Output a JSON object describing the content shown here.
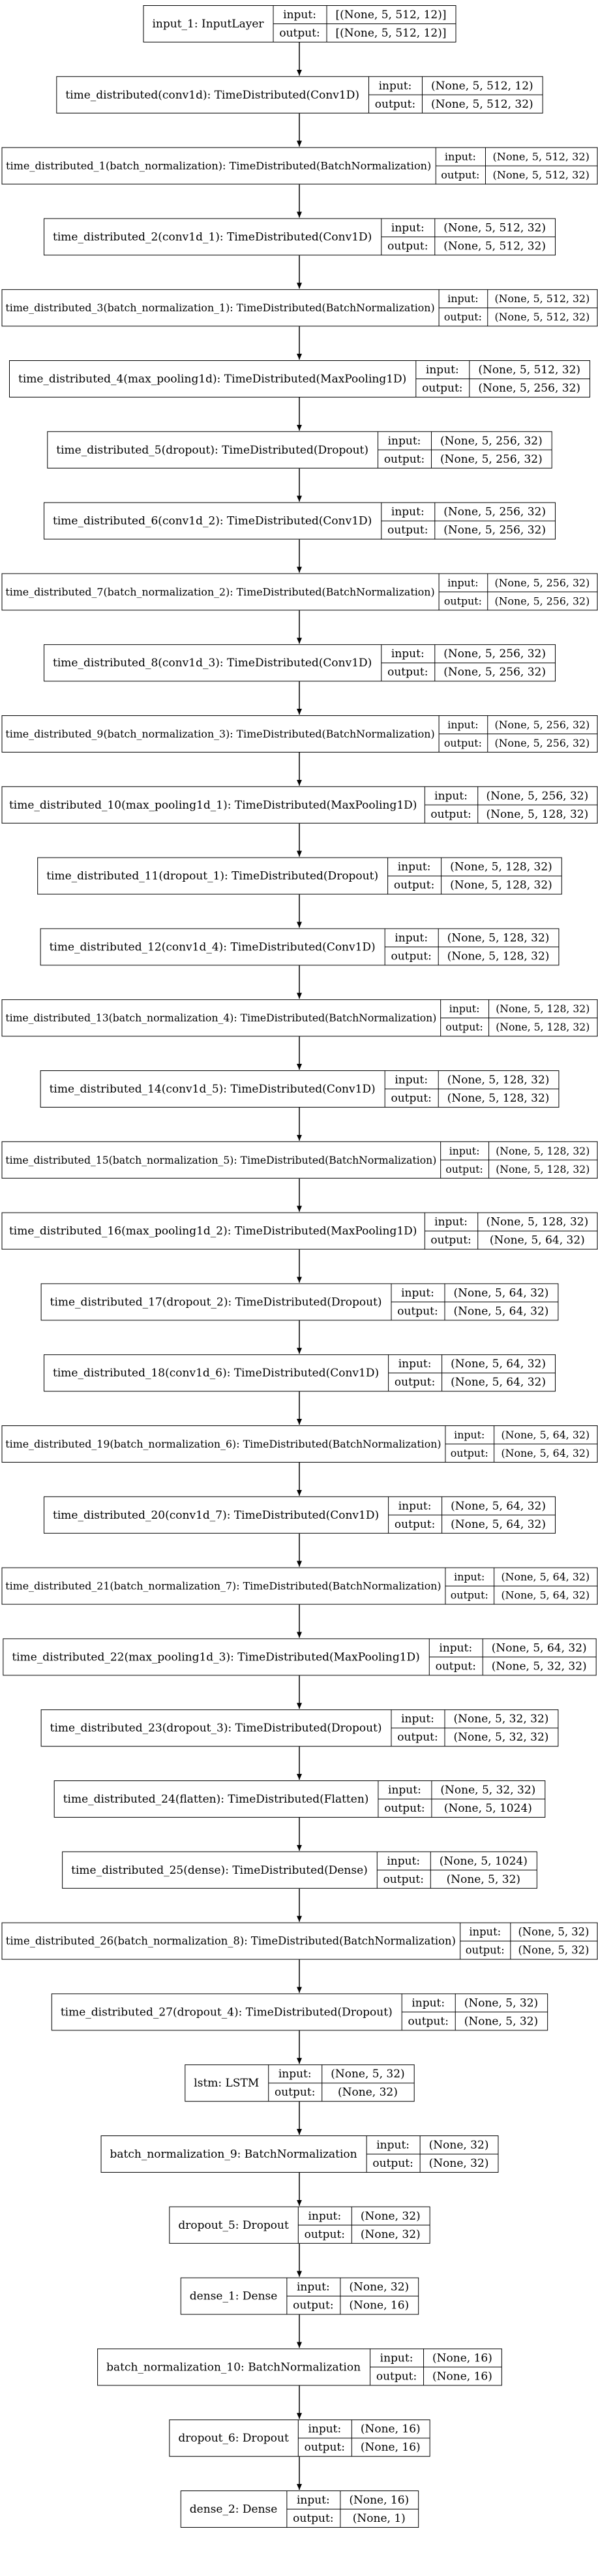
{
  "io_labels": {
    "input": "input:",
    "output": "output:"
  },
  "layers": [
    {
      "name": "input_1: InputLayer",
      "input": "[(None, 5, 512, 12)]",
      "output": "[(None, 5, 512, 12)]"
    },
    {
      "name": "time_distributed(conv1d): TimeDistributed(Conv1D)",
      "input": "(None, 5, 512, 12)",
      "output": "(None, 5, 512, 32)"
    },
    {
      "name": "time_distributed_1(batch_normalization): TimeDistributed(BatchNormalization)",
      "input": "(None, 5, 512, 32)",
      "output": "(None, 5, 512, 32)"
    },
    {
      "name": "time_distributed_2(conv1d_1): TimeDistributed(Conv1D)",
      "input": "(None, 5, 512, 32)",
      "output": "(None, 5, 512, 32)"
    },
    {
      "name": "time_distributed_3(batch_normalization_1): TimeDistributed(BatchNormalization)",
      "input": "(None, 5, 512, 32)",
      "output": "(None, 5, 512, 32)"
    },
    {
      "name": "time_distributed_4(max_pooling1d): TimeDistributed(MaxPooling1D)",
      "input": "(None, 5, 512, 32)",
      "output": "(None, 5, 256, 32)"
    },
    {
      "name": "time_distributed_5(dropout): TimeDistributed(Dropout)",
      "input": "(None, 5, 256, 32)",
      "output": "(None, 5, 256, 32)"
    },
    {
      "name": "time_distributed_6(conv1d_2): TimeDistributed(Conv1D)",
      "input": "(None, 5, 256, 32)",
      "output": "(None, 5, 256, 32)"
    },
    {
      "name": "time_distributed_7(batch_normalization_2): TimeDistributed(BatchNormalization)",
      "input": "(None, 5, 256, 32)",
      "output": "(None, 5, 256, 32)"
    },
    {
      "name": "time_distributed_8(conv1d_3): TimeDistributed(Conv1D)",
      "input": "(None, 5, 256, 32)",
      "output": "(None, 5, 256, 32)"
    },
    {
      "name": "time_distributed_9(batch_normalization_3): TimeDistributed(BatchNormalization)",
      "input": "(None, 5, 256, 32)",
      "output": "(None, 5, 256, 32)"
    },
    {
      "name": "time_distributed_10(max_pooling1d_1): TimeDistributed(MaxPooling1D)",
      "input": "(None, 5, 256, 32)",
      "output": "(None, 5, 128, 32)"
    },
    {
      "name": "time_distributed_11(dropout_1): TimeDistributed(Dropout)",
      "input": "(None, 5, 128, 32)",
      "output": "(None, 5, 128, 32)"
    },
    {
      "name": "time_distributed_12(conv1d_4): TimeDistributed(Conv1D)",
      "input": "(None, 5, 128, 32)",
      "output": "(None, 5, 128, 32)"
    },
    {
      "name": "time_distributed_13(batch_normalization_4): TimeDistributed(BatchNormalization)",
      "input": "(None, 5, 128, 32)",
      "output": "(None, 5, 128, 32)"
    },
    {
      "name": "time_distributed_14(conv1d_5): TimeDistributed(Conv1D)",
      "input": "(None, 5, 128, 32)",
      "output": "(None, 5, 128, 32)"
    },
    {
      "name": "time_distributed_15(batch_normalization_5): TimeDistributed(BatchNormalization)",
      "input": "(None, 5, 128, 32)",
      "output": "(None, 5, 128, 32)"
    },
    {
      "name": "time_distributed_16(max_pooling1d_2): TimeDistributed(MaxPooling1D)",
      "input": "(None, 5, 128, 32)",
      "output": "(None, 5, 64, 32)"
    },
    {
      "name": "time_distributed_17(dropout_2): TimeDistributed(Dropout)",
      "input": "(None, 5, 64, 32)",
      "output": "(None, 5, 64, 32)"
    },
    {
      "name": "time_distributed_18(conv1d_6): TimeDistributed(Conv1D)",
      "input": "(None, 5, 64, 32)",
      "output": "(None, 5, 64, 32)"
    },
    {
      "name": "time_distributed_19(batch_normalization_6): TimeDistributed(BatchNormalization)",
      "input": "(None, 5, 64, 32)",
      "output": "(None, 5, 64, 32)"
    },
    {
      "name": "time_distributed_20(conv1d_7): TimeDistributed(Conv1D)",
      "input": "(None, 5, 64, 32)",
      "output": "(None, 5, 64, 32)"
    },
    {
      "name": "time_distributed_21(batch_normalization_7): TimeDistributed(BatchNormalization)",
      "input": "(None, 5, 64, 32)",
      "output": "(None, 5, 64, 32)"
    },
    {
      "name": "time_distributed_22(max_pooling1d_3): TimeDistributed(MaxPooling1D)",
      "input": "(None, 5, 64, 32)",
      "output": "(None, 5, 32, 32)"
    },
    {
      "name": "time_distributed_23(dropout_3): TimeDistributed(Dropout)",
      "input": "(None, 5, 32, 32)",
      "output": "(None, 5, 32, 32)"
    },
    {
      "name": "time_distributed_24(flatten): TimeDistributed(Flatten)",
      "input": "(None, 5, 32, 32)",
      "output": "(None, 5, 1024)"
    },
    {
      "name": "time_distributed_25(dense): TimeDistributed(Dense)",
      "input": "(None, 5, 1024)",
      "output": "(None, 5, 32)"
    },
    {
      "name": "time_distributed_26(batch_normalization_8): TimeDistributed(BatchNormalization)",
      "input": "(None, 5, 32)",
      "output": "(None, 5, 32)"
    },
    {
      "name": "time_distributed_27(dropout_4): TimeDistributed(Dropout)",
      "input": "(None, 5, 32)",
      "output": "(None, 5, 32)"
    },
    {
      "name": "lstm: LSTM",
      "input": "(None, 5, 32)",
      "output": "(None, 32)"
    },
    {
      "name": "batch_normalization_9: BatchNormalization",
      "input": "(None, 32)",
      "output": "(None, 32)"
    },
    {
      "name": "dropout_5: Dropout",
      "input": "(None, 32)",
      "output": "(None, 32)"
    },
    {
      "name": "dense_1: Dense",
      "input": "(None, 32)",
      "output": "(None, 16)"
    },
    {
      "name": "batch_normalization_10: BatchNormalization",
      "input": "(None, 16)",
      "output": "(None, 16)"
    },
    {
      "name": "dropout_6: Dropout",
      "input": "(None, 16)",
      "output": "(None, 16)"
    },
    {
      "name": "dense_2: Dense",
      "input": "(None, 16)",
      "output": "(None, 1)"
    }
  ]
}
